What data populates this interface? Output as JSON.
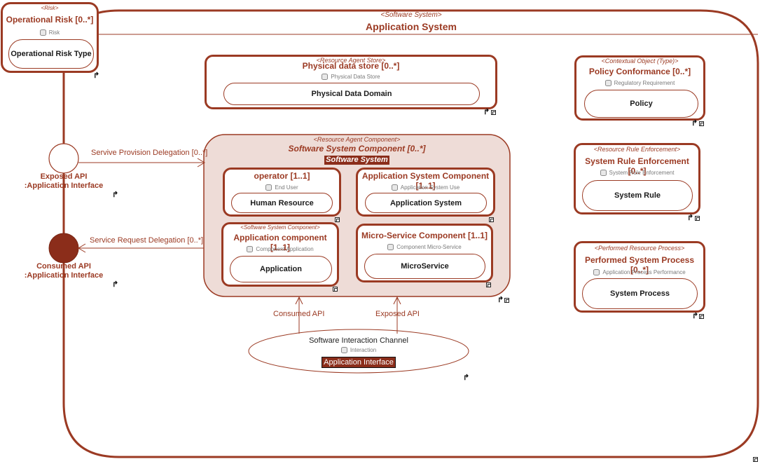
{
  "colors": {
    "accent": "#9b3a23",
    "container_fill": "#eedcd7",
    "dark_fill": "#8b2d1a"
  },
  "system": {
    "stereotype": "<Software System>",
    "title": "Application System"
  },
  "risk": {
    "stereotype": "<Risk>",
    "title": "Operational Risk [0..*]",
    "type_label": "Risk",
    "pill": "Operational Risk Type"
  },
  "store": {
    "stereotype": "<Resource Agent Store>",
    "title": "Physical data store [0..*]",
    "type_label": "Physical Data Store",
    "pill": "Physical Data Domain"
  },
  "policy": {
    "stereotype": "<Contextual Object (Type)>",
    "title": "Policy Conformance [0..*]",
    "type_label": "Regulatory Requirement",
    "pill": "Policy"
  },
  "rule": {
    "stereotype": "<Resource Rule Enforcement>",
    "title": "System Rule Enforcement [0..*]",
    "type_label": "System Rule Enforcement",
    "pill": "System Rule"
  },
  "process": {
    "stereotype": "<Performed Resource Process>",
    "title": "Performed System Process [0..*]",
    "type_label": "Application Process Performance",
    "pill": "System Process"
  },
  "component": {
    "stereotype": "<Resource Agent Component>",
    "title": "Software System Component [0..*]",
    "type_tag": "Software System"
  },
  "operator": {
    "title": "operator [1..1]",
    "type_label": "End User",
    "pill": "Human Resource"
  },
  "app_sys_comp": {
    "title": "Application System Component [1..1]",
    "type_label": "Application System Use",
    "pill": "Application System"
  },
  "app_comp": {
    "stereotype": "<Software System Component>",
    "title": "Application component [1..1]",
    "type_label": "Component Application",
    "pill": "Application"
  },
  "micro": {
    "title": "Micro-Service Component [1..1]",
    "type_label": "Component Micro-Service",
    "pill": "MicroService"
  },
  "channel": {
    "title": "Software Interaction Channel",
    "type_label": "Interaction",
    "type_tag": "Application Interface"
  },
  "ports": {
    "exposed": {
      "line1": "Exposed API",
      "line2": ":Application Interface"
    },
    "consumed": {
      "line1": "Consumed API",
      "line2": ":Application Interface"
    }
  },
  "flows": {
    "provision": "Servive Provision Delegation [0..*]",
    "request": "Service Request Delegation [0..*]",
    "consumed": "Consumed API",
    "exposed": "Exposed API"
  }
}
